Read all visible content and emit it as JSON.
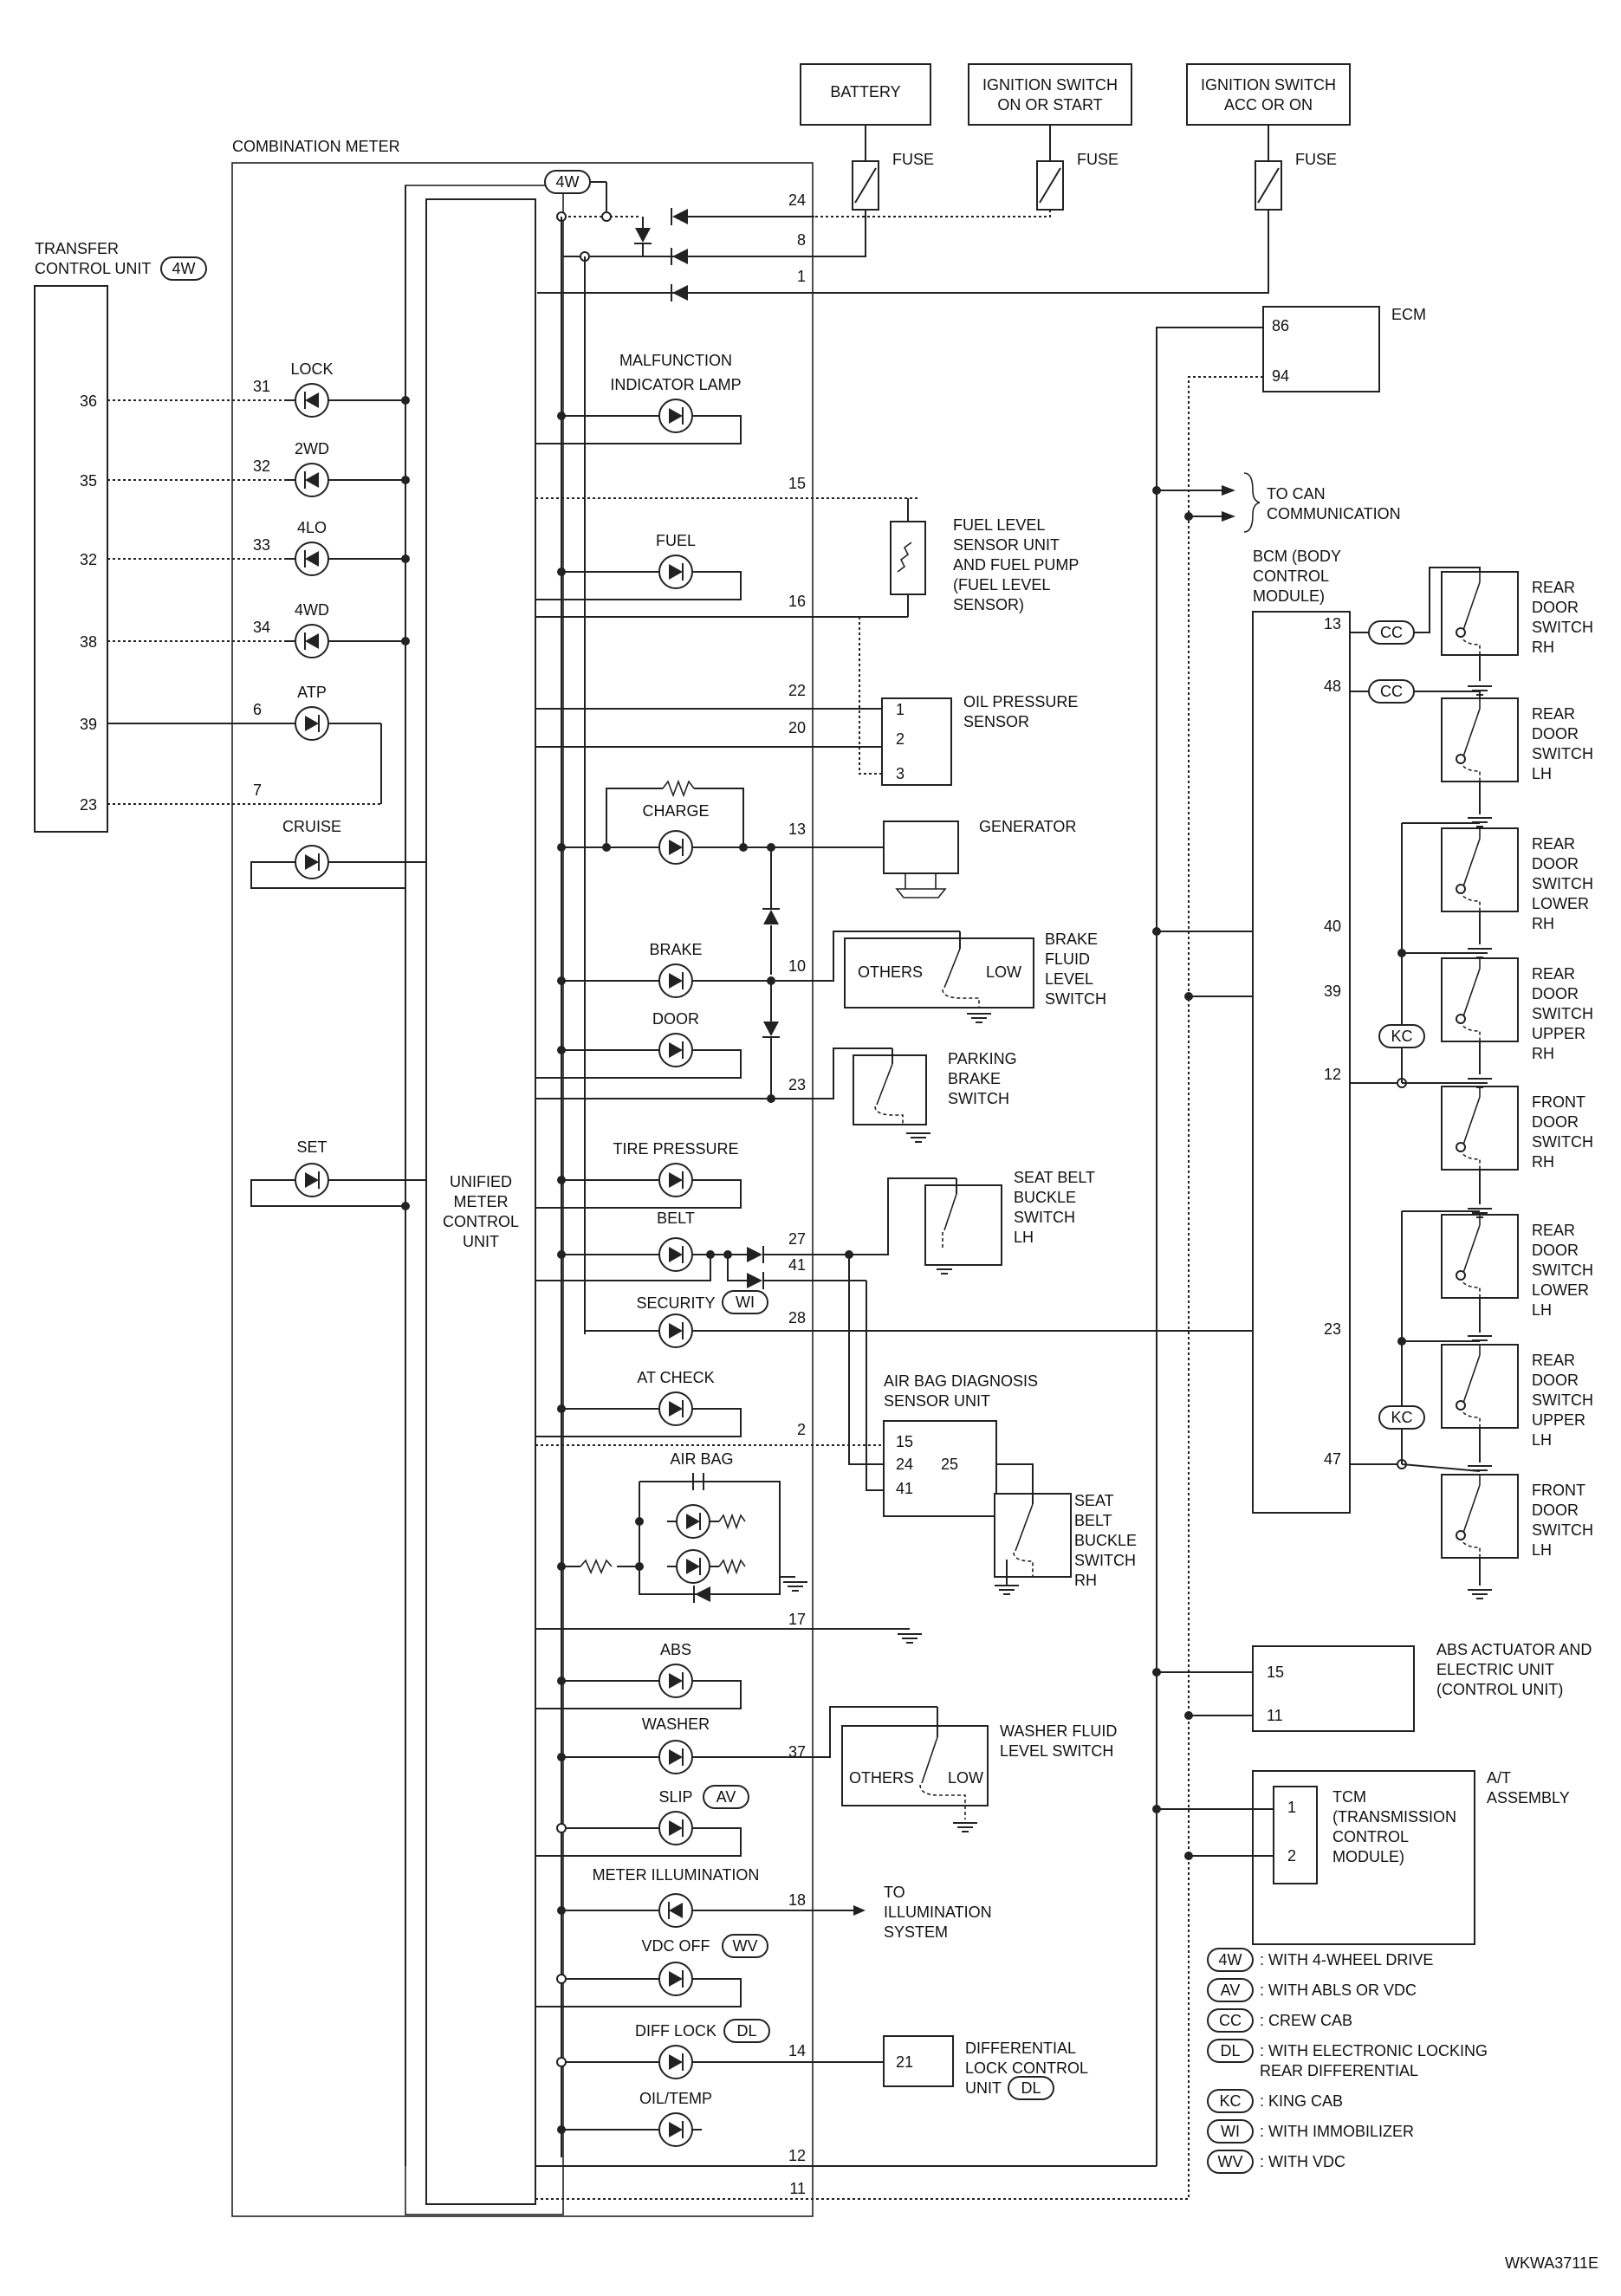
{
  "title_combination_meter": "COMBINATION METER",
  "unified_meter": [
    "UNIFIED",
    "METER",
    "CONTROL",
    "UNIT"
  ],
  "transfer_unit": [
    "TRANSFER",
    "CONTROL UNIT"
  ],
  "transfer_pins": [
    "36",
    "35",
    "32",
    "38",
    "39",
    "23"
  ],
  "meter_left_pins": [
    "31",
    "32",
    "33",
    "34",
    "6",
    "7"
  ],
  "indicators_left": [
    "LOCK",
    "2WD",
    "4LO",
    "4WD",
    "ATP",
    "CRUISE",
    "SET"
  ],
  "indicators_center": [
    "MALFUNCTION",
    "INDICATOR LAMP",
    "FUEL",
    "CHARGE",
    "BRAKE",
    "DOOR",
    "TIRE PRESSURE",
    "BELT",
    "SECURITY",
    "AT CHECK",
    "AIR BAG",
    "ABS",
    "WASHER",
    "SLIP",
    "METER ILLUMINATION",
    "VDC OFF",
    "DIFF LOCK",
    "OIL/TEMP"
  ],
  "meter_right_pins": [
    "24",
    "8",
    "1",
    "15",
    "16",
    "22",
    "20",
    "13",
    "10",
    "23",
    "27",
    "41",
    "28",
    "2",
    "17",
    "37",
    "18",
    "14",
    "12",
    "11"
  ],
  "power": {
    "battery": "BATTERY",
    "ign_on": [
      "IGNITION SWITCH",
      "ON OR START"
    ],
    "ign_acc": [
      "IGNITION SWITCH",
      "ACC OR ON"
    ],
    "fuse": "FUSE"
  },
  "ecm": {
    "label": "ECM",
    "pins": [
      "86",
      "94"
    ]
  },
  "can": [
    "TO CAN",
    "COMMUNICATION"
  ],
  "bcm": {
    "label": [
      "BCM (BODY",
      "CONTROL",
      "MODULE)"
    ],
    "pins": [
      "13",
      "48",
      "40",
      "39",
      "12",
      "23",
      "47"
    ]
  },
  "fuel_sensor": [
    "FUEL LEVEL",
    "SENSOR UNIT",
    "AND FUEL PUMP",
    "(FUEL LEVEL",
    "SENSOR)"
  ],
  "oil_sensor": {
    "label": [
      "OIL PRESSURE",
      "SENSOR"
    ],
    "pins": [
      "1",
      "2",
      "3"
    ]
  },
  "generator": "GENERATOR",
  "brake_fluid": {
    "label": [
      "BRAKE",
      "FLUID",
      "LEVEL",
      "SWITCH"
    ],
    "others": "OTHERS",
    "low": "LOW"
  },
  "parking_brake": [
    "PARKING",
    "BRAKE",
    "SWITCH"
  ],
  "seat_belt_lh": [
    "SEAT BELT",
    "BUCKLE",
    "SWITCH",
    "LH"
  ],
  "airbag_unit": {
    "label": [
      "AIR BAG DIAGNOSIS",
      "SENSOR UNIT"
    ],
    "pins": [
      "15",
      "24",
      "41",
      "25"
    ]
  },
  "seat_belt_rh": [
    "SEAT",
    "BELT",
    "BUCKLE",
    "SWITCH",
    "RH"
  ],
  "washer_switch": {
    "label": [
      "WASHER FLUID",
      "LEVEL SWITCH"
    ],
    "others": "OTHERS",
    "low": "LOW"
  },
  "illumination": [
    "TO",
    "ILLUMINATION",
    "SYSTEM"
  ],
  "diff_unit": {
    "label": [
      "DIFFERENTIAL",
      "LOCK CONTROL",
      "UNIT"
    ],
    "pin": "21"
  },
  "door_switches": [
    [
      "REAR",
      "DOOR",
      "SWITCH",
      "RH"
    ],
    [
      "REAR",
      "DOOR",
      "SWITCH",
      "LH"
    ],
    [
      "REAR",
      "DOOR",
      "SWITCH",
      "LOWER",
      "RH"
    ],
    [
      "REAR",
      "DOOR",
      "SWITCH",
      "UPPER",
      "RH"
    ],
    [
      "FRONT",
      "DOOR",
      "SWITCH",
      "RH"
    ],
    [
      "REAR",
      "DOOR",
      "SWITCH",
      "LOWER",
      "LH"
    ],
    [
      "REAR",
      "DOOR",
      "SWITCH",
      "UPPER",
      "LH"
    ],
    [
      "FRONT",
      "DOOR",
      "SWITCH",
      "LH"
    ]
  ],
  "abs_unit": {
    "label": [
      "ABS ACTUATOR AND",
      "ELECTRIC UNIT",
      "(CONTROL UNIT)"
    ],
    "pins": [
      "15",
      "11"
    ]
  },
  "at_assembly": {
    "label": [
      "A/T",
      "ASSEMBLY"
    ],
    "tcm": [
      "TCM",
      "(TRANSMISSION",
      "CONTROL",
      "MODULE)"
    ],
    "pins": [
      "1",
      "2"
    ]
  },
  "badges": {
    "w4": "4W",
    "av": "AV",
    "cc": "CC",
    "dl": "DL",
    "kc": "KC",
    "wi": "WI",
    "wv": "WV"
  },
  "legend": [
    {
      "code": "4W",
      "text": ": WITH 4-WHEEL DRIVE"
    },
    {
      "code": "AV",
      "text": ": WITH ABLS OR VDC"
    },
    {
      "code": "CC",
      "text": ": CREW CAB"
    },
    {
      "code": "DL",
      "text": ": WITH ELECTRONIC LOCKING"
    },
    {
      "code": "",
      "text": "REAR DIFFERENTIAL"
    },
    {
      "code": "KC",
      "text": ": KING CAB"
    },
    {
      "code": "WI",
      "text": ": WITH IMMOBILIZER"
    },
    {
      "code": "WV",
      "text": ": WITH VDC"
    }
  ],
  "figure_id": "WKWA3711E"
}
